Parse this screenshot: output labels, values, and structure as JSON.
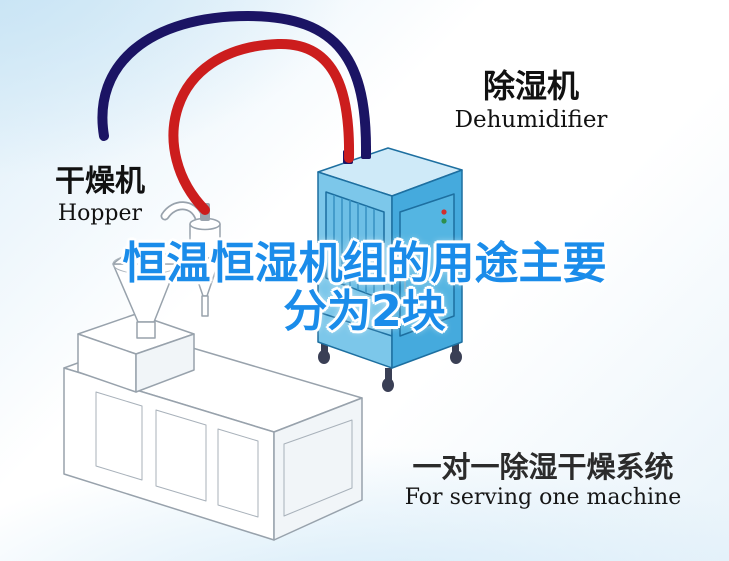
{
  "colors": {
    "title_blue": "#1a8cea",
    "pipe_red": "#cc1d1d",
    "pipe_navy": "#1b1464",
    "cabinet_front": "#7cc7ea",
    "cabinet_side": "#45aadd",
    "cabinet_top": "#cfeaf8",
    "cabinet_vent_panel": "#6dbfe6",
    "cabinet_door": "#54b5e2",
    "machine_white": "#ffffff",
    "machine_shade": "#f1f5f8",
    "background_blue": "#c6e3f4"
  },
  "labels": {
    "dehumidifier": {
      "zh": "除湿机",
      "en": "Dehumidifier"
    },
    "hopper": {
      "zh": "干燥机",
      "en": "Hopper"
    },
    "title": {
      "line1": "恒温恒湿机组的用途主要",
      "line2": "分为2块"
    },
    "caption": {
      "zh": "一对一除湿干燥系统",
      "en": "For serving one machine"
    }
  }
}
